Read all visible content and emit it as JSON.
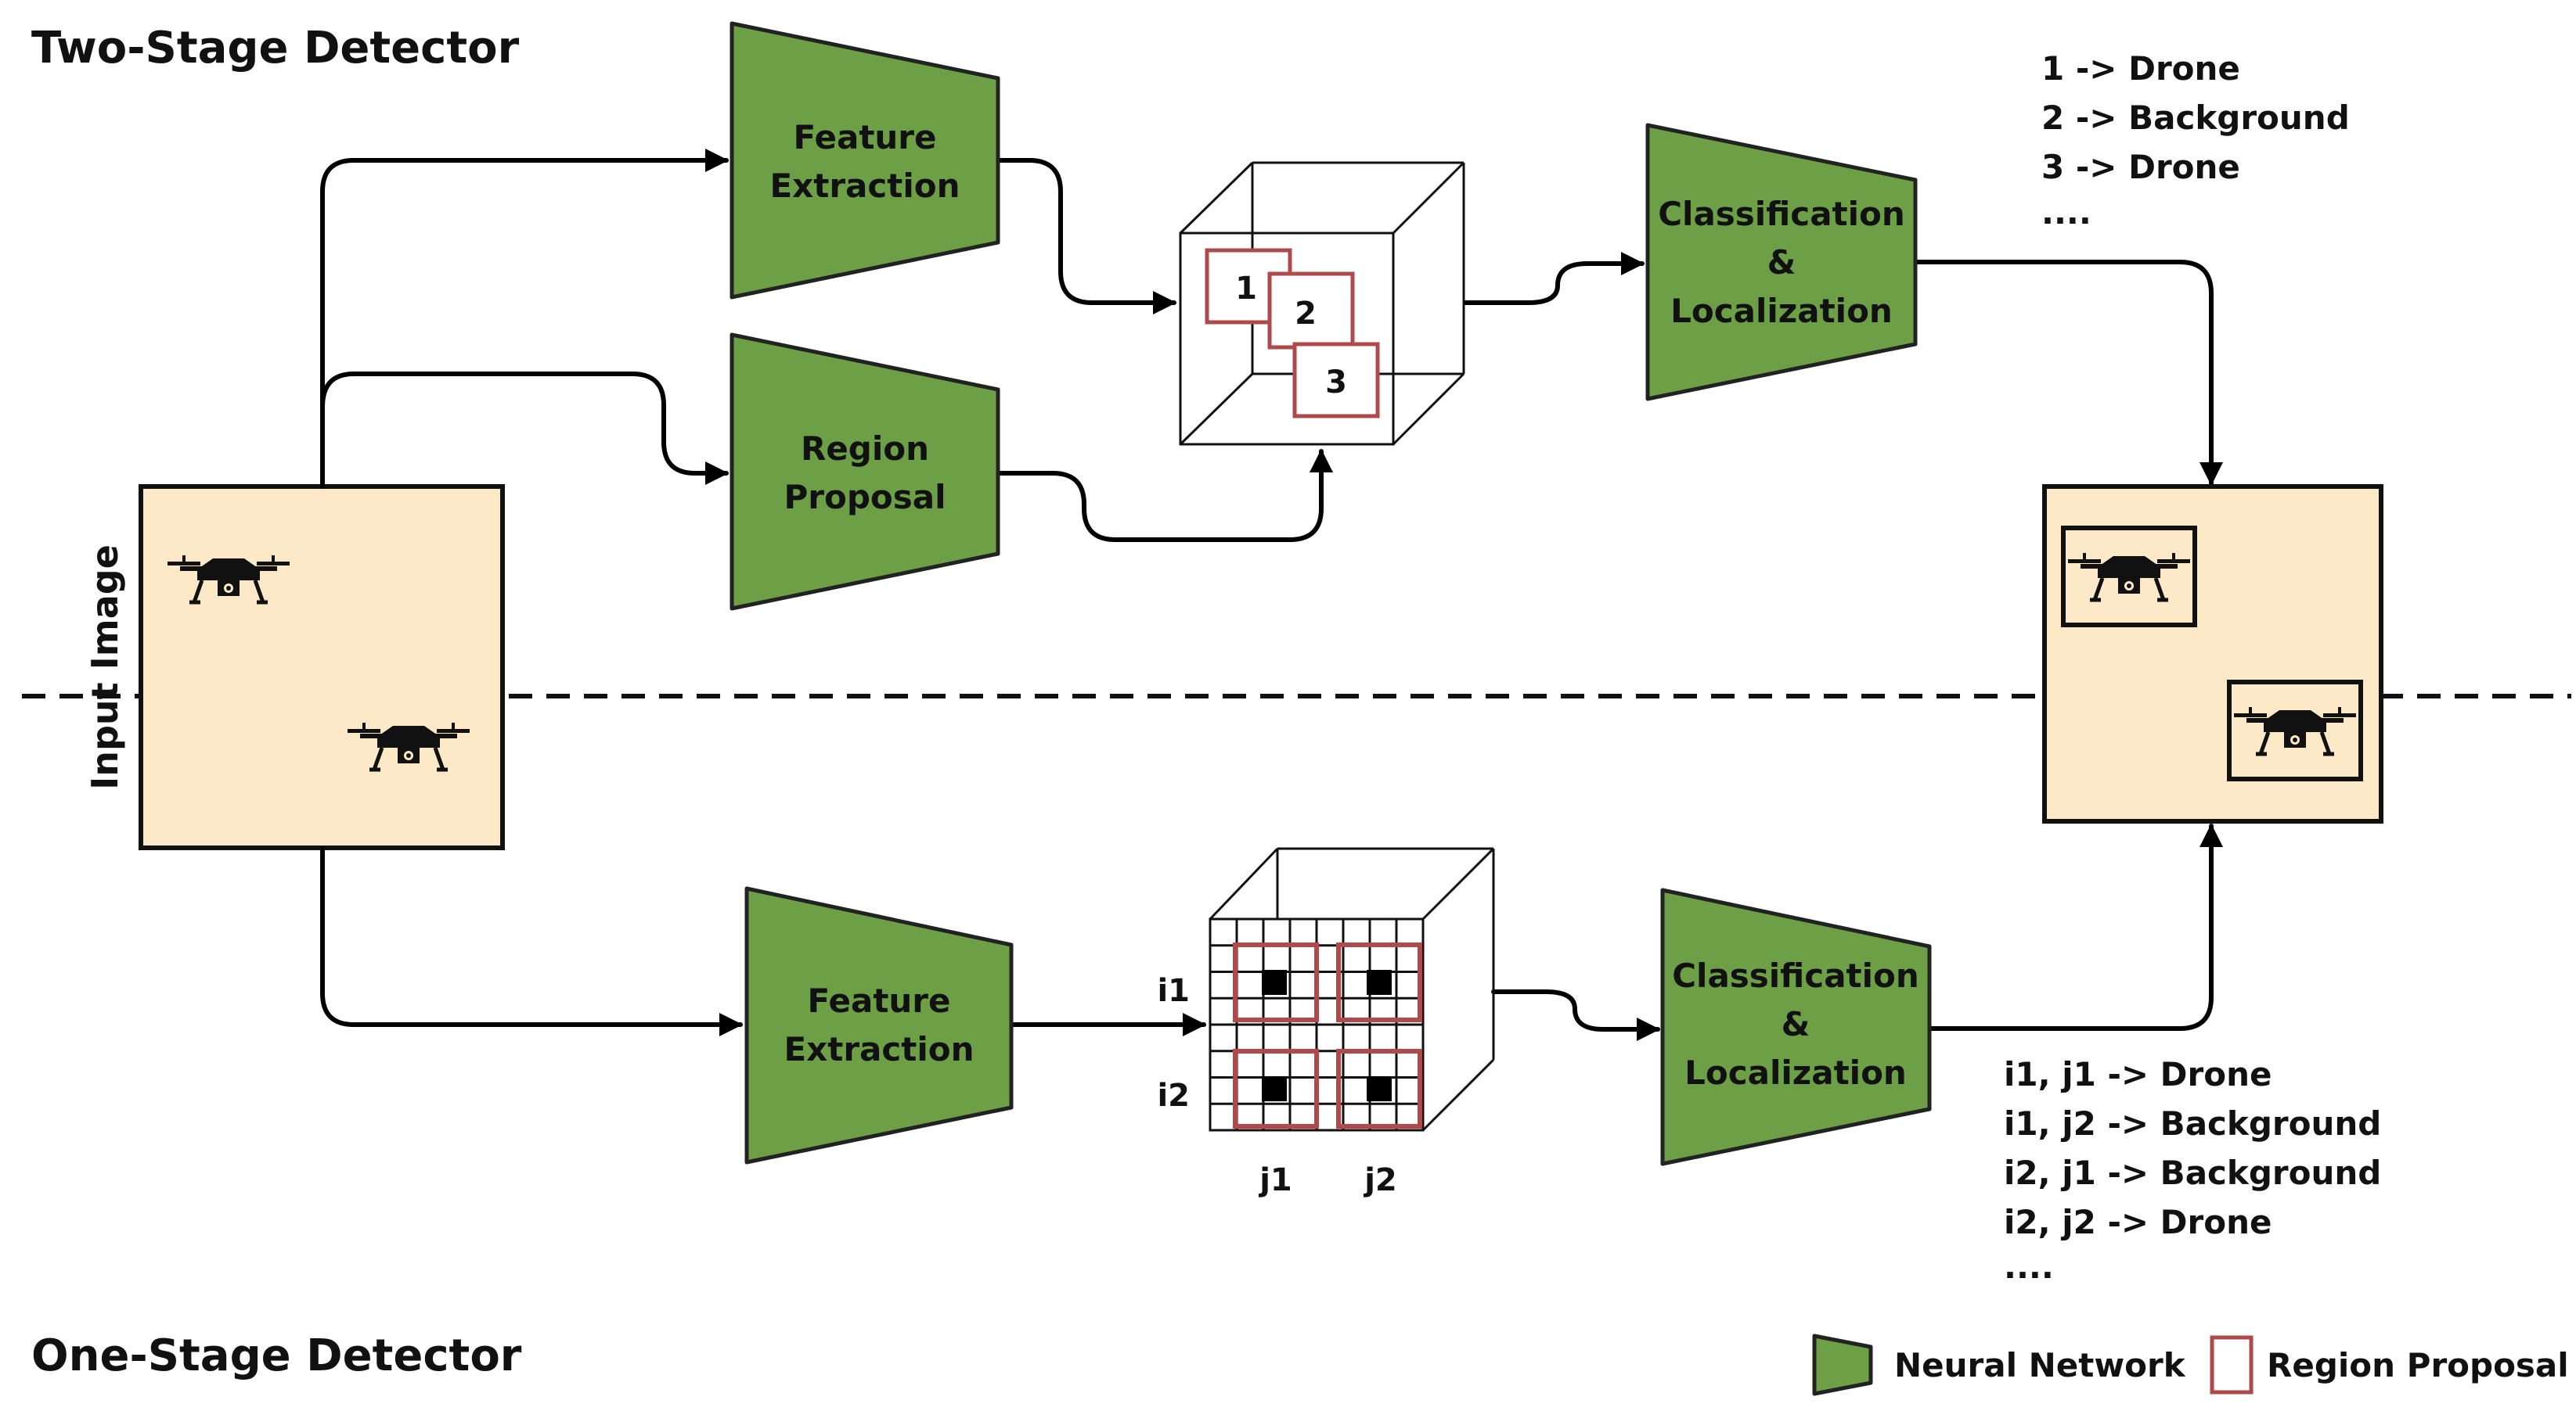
{
  "titles": {
    "two_stage": "Two-Stage Detector",
    "one_stage": "One-Stage Detector"
  },
  "input_image": {
    "label": "Input Image"
  },
  "two_stage": {
    "feature_extraction": [
      "Feature",
      "Extraction"
    ],
    "region_proposal": [
      "Region",
      "Proposal"
    ],
    "classification": [
      "Classification",
      "&",
      "Localization"
    ],
    "proposal_numbers": [
      "1",
      "2",
      "3"
    ],
    "outputs": [
      "1 -> Drone",
      "2 -> Background",
      "3 -> Drone",
      "...."
    ]
  },
  "one_stage": {
    "feature_extraction": [
      "Feature",
      "Extraction"
    ],
    "classification": [
      "Classification",
      "&",
      "Localization"
    ],
    "row_labels": [
      "i1",
      "i2"
    ],
    "col_labels": [
      "j1",
      "j2"
    ],
    "outputs": [
      "i1, j1 -> Drone",
      "i1, j2 -> Background",
      "i2, j1 -> Background",
      "i2, j2 -> Drone",
      "...."
    ]
  },
  "legend": {
    "neural_network": "Neural Network",
    "region_proposal": "Region Proposal"
  },
  "colors": {
    "network_fill": "#6da046",
    "image_fill": "#fde9c8",
    "proposal_stroke": "#b04a4a"
  },
  "icons": [
    "drone-icon"
  ]
}
